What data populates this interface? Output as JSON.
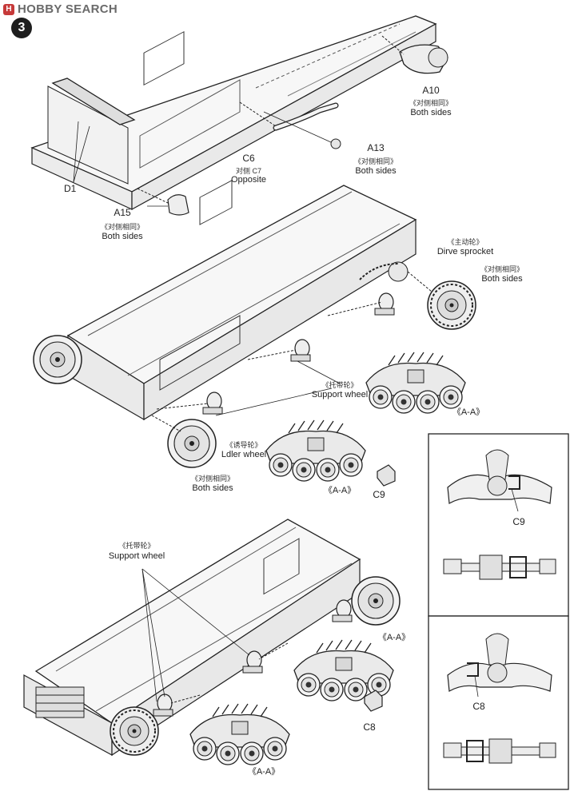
{
  "logo": {
    "mark": "H",
    "text": "HOBBY SEARCH"
  },
  "step_number": "3",
  "labels": {
    "d1": "D1",
    "a10": "A10",
    "a10_zh": "《对侧相同》",
    "a10_en": "Both sides",
    "c6": "C6",
    "c7_zh": "对侧 C7",
    "c7_en": "Opposite",
    "a13": "A13",
    "a13_zh": "《对侧相同》",
    "a13_en": "Both sides",
    "a15": "A15",
    "a15_zh": "《对侧相同》",
    "a15_en": "Both sides",
    "sprocket_zh": "《主动轮》",
    "sprocket_en": "Dirve sprocket",
    "sprocket_both_zh": "《对侧相同》",
    "sprocket_both_en": "Both sides",
    "support_zh": "《托带轮》",
    "support_en": "Support wheel",
    "aa_right": "《A-A》",
    "idler_zh": "《诱导轮》",
    "idler_en": "Ldler wheel",
    "idler_both_zh": "《对侧相同》",
    "idler_both_en": "Both sides",
    "aa_mid": "《A-A》",
    "c9": "C9",
    "support2_zh": "《托带轮》",
    "support2_en": "Support wheel",
    "aa_bottom_right": "《A-A》",
    "c8": "C8",
    "aa_bottom": "《A-A》",
    "inset_c9": "C9",
    "inset_c8": "C8"
  }
}
